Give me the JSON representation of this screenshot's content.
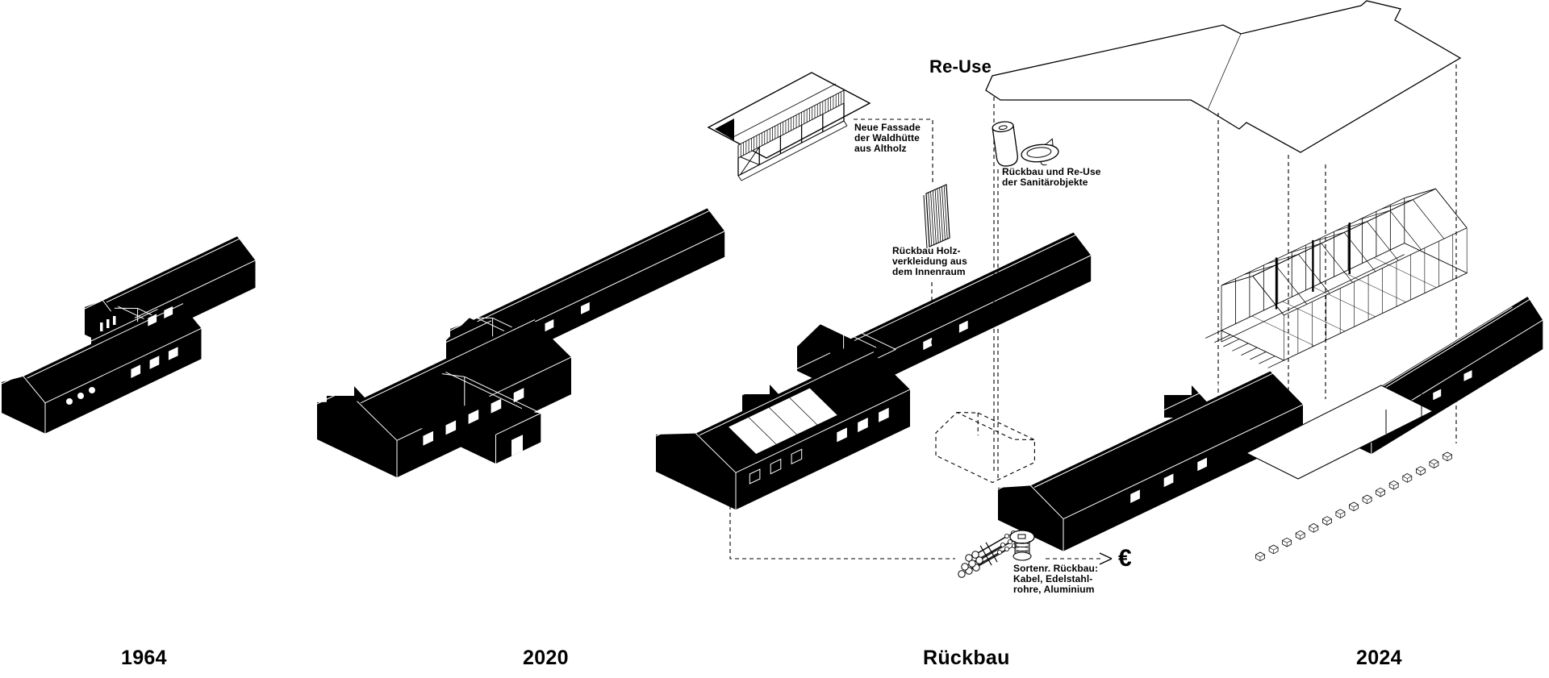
{
  "diagram": {
    "type": "architectural-transformation-timeline",
    "stages": [
      {
        "label": "1964"
      },
      {
        "label": "2020"
      },
      {
        "label": "Rückbau"
      },
      {
        "label": "2024"
      }
    ],
    "reuse": {
      "title": "Re-Use",
      "facade_note": "Neue Fassade\nder Waldhütte\naus Altholz",
      "panel_note": "Rückbau Holz-\nverkleidung aus\ndem Innenraum",
      "sanitary_note": "Rückbau und Re-Use\nder Sanitärobjekte",
      "sorted_note": "Sortenr. Rückbau:\nKabel, Edelstahl-\nrohre, Aluminium",
      "euro_symbol": "€"
    },
    "colors": {
      "ink": "#000000",
      "paper": "#ffffff"
    }
  }
}
